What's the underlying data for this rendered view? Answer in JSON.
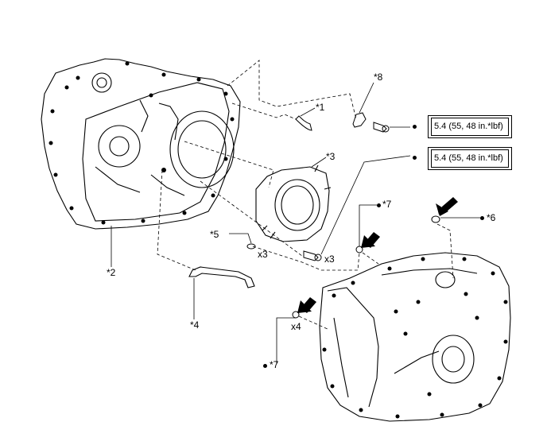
{
  "labels": {
    "p1": "*1",
    "p2": "*2",
    "p3": "*3",
    "p4": "*4",
    "p5": "*5",
    "p6": "*6",
    "p7a": "*7",
    "p7b": "*7",
    "p8": "*8"
  },
  "quantities": {
    "q5": "x3",
    "q3bolt": "x3",
    "q7": "x4"
  },
  "torque_specs": {
    "spec1": "5.4 (55, 48 in.*lbf)",
    "spec2": "5.4 (55, 48 in.*lbf)"
  },
  "icons": [
    "non-reusable-part-bullet-icon",
    "arrow-pointer-icon"
  ]
}
